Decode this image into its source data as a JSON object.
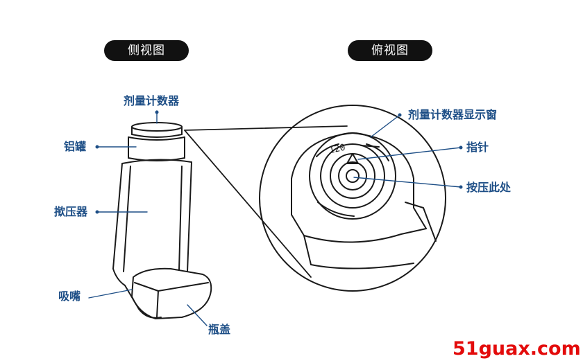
{
  "views": {
    "side": "侧视图",
    "top": "俯视图"
  },
  "labels": {
    "dose_counter": "剂量计数器",
    "canister": "铝罐",
    "actuator": "揿压器",
    "mouthpiece": "吸嘴",
    "cap": "瓶盖",
    "counter_window": "剂量计数器显示窗",
    "pointer": "指针",
    "press_here": "按压此处"
  },
  "counter_reading": "120",
  "watermark": "51guax.com",
  "colors": {
    "label": "#1d4e86",
    "pill_bg": "#111111",
    "watermark": "#e30b0b",
    "line": "#1a1a1a"
  }
}
